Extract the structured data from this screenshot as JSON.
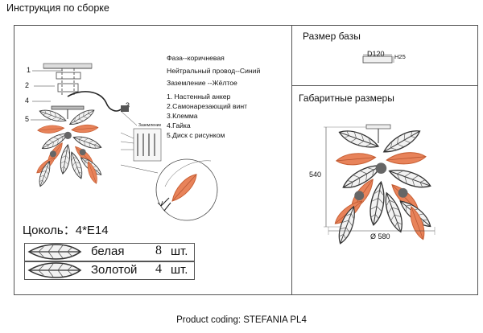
{
  "page_title": "Инструкция по сборке",
  "base_size": {
    "title": "Размер базы",
    "diameter": "D120",
    "height": "H25"
  },
  "overall": {
    "title": "Габаритные размеры",
    "height": "540",
    "diameter": "Ø 580"
  },
  "callouts": [
    "1",
    "2",
    "3",
    "4",
    "5"
  ],
  "wiring": {
    "phase": "Фаза--коричневая",
    "neutral": "Нейтральный провод--Синий",
    "ground": "Заземление --Жёлтое"
  },
  "parts": [
    "1. Настенный анкер",
    "2.Самонарезающий винт",
    "3.Клемма",
    "4.Гайка",
    "5.Диск с рисунком"
  ],
  "terminal_label": "Заземление",
  "socket": "Цоколь：4*E14",
  "shades": [
    {
      "name": "белая",
      "count": "8",
      "unit": "шт."
    },
    {
      "name": "Золотой",
      "count": "4",
      "unit": "шт."
    }
  ],
  "product_coding": "Product coding: STEFANIA PL4",
  "colors": {
    "frame": "#555555",
    "leaf_gold": "#e8835a",
    "leaf_dark": "#333333"
  }
}
